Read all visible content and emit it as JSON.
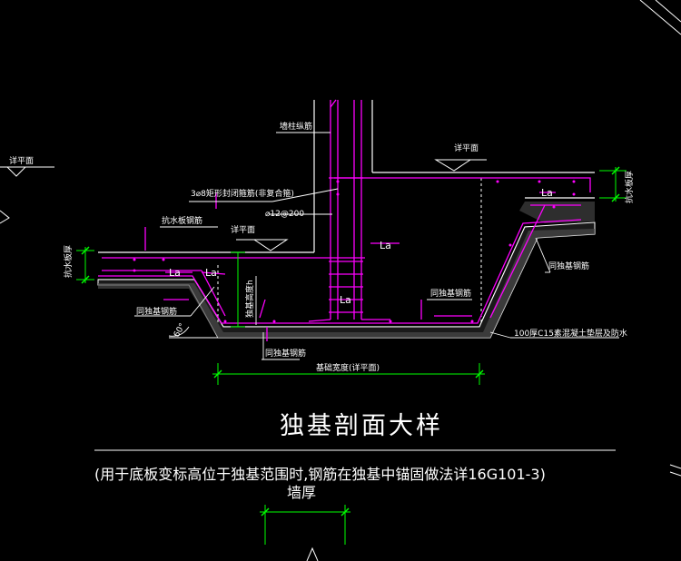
{
  "drawing": {
    "title": "独基剖面大样",
    "subtitle": "(用于底板变标高位于独基范围时,钢筋在独基中锚固做法详16G101-3)",
    "bottom_label": "墙厚",
    "labels": {
      "column_rebar": "墙柱纵筋",
      "top_level_right": "详平面",
      "top_level_mid": "详平面",
      "top_level_left": "详平面",
      "stirrup": "3⌀8矩形封闭箍筋(非复合箍)",
      "slab_rebar_spec": "⌀12@200",
      "waterproof_slab_rebar": "抗水板钢筋",
      "slab_thickness_left": "抗水板厚",
      "slab_thickness_right": "抗水板厚",
      "foundation_height": "独基高度h",
      "footing_rebar_left": "同独基钢筋",
      "footing_rebar_right": "同独基钢筋",
      "footing_rebar_mid": "同独基钢筋",
      "footing_rebar_bottom": "同独基钢筋",
      "cushion": "100厚C15素混凝土垫层及防水",
      "footing_width": "基础宽度(详平面)",
      "angle": "60°"
    },
    "anchor_label": "La",
    "colors": {
      "background": "#000000",
      "outline": "#ffffff",
      "rebar": "#ff00ff",
      "dimension": "#00ff00",
      "hatch": "#b0b0b0",
      "hidden": "#ffffff"
    }
  }
}
